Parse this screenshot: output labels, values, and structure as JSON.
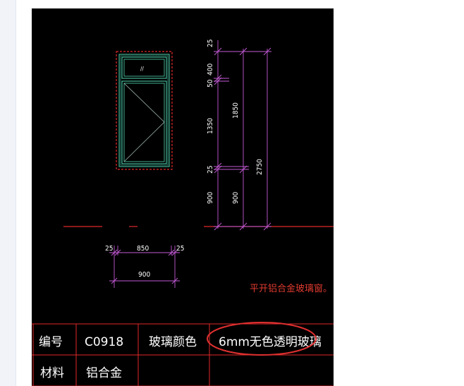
{
  "drawing": {
    "dimensions": {
      "top_25": "25",
      "h_400": "400",
      "h_50": "50",
      "h_1350": "1350",
      "h_1850": "1850",
      "h_25b": "25",
      "h_900_a": "900",
      "h_900_b": "900",
      "h_2750": "2750",
      "w_25_left": "25",
      "w_850": "850",
      "w_25_right": "25",
      "w_900": "900",
      "transom_mark": "//"
    },
    "title_block": {
      "label_number": "编号",
      "value_number": "C0918",
      "label_glass_color": "玻璃颜色",
      "value_glass_color": "6mm无色透明玻璃",
      "label_material": "材料",
      "value_material": "铝合金"
    }
  },
  "annotation": {
    "caption": "平开铝合金玻璃窗。"
  },
  "colors": {
    "background": "#000000",
    "window_outline": "#4fd6b0",
    "dimension_lines": "#c45ad6",
    "red_lines": "#e0282a",
    "highlight_ellipse": "#e03030",
    "caption": "#e03a2f"
  }
}
